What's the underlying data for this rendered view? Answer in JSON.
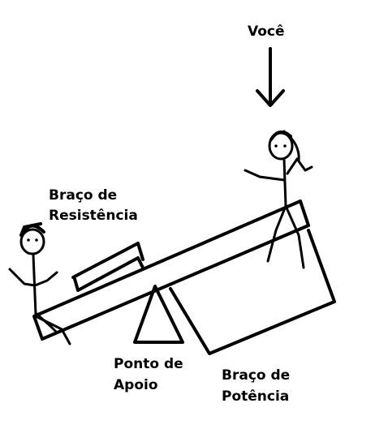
{
  "labels": {
    "you": "Você",
    "resistance_arm_line1": "Braço de",
    "resistance_arm_line2": "Resistência",
    "fulcrum_line1": "Ponto de",
    "fulcrum_line2": "Apoio",
    "effort_arm_line1": "Braço de",
    "effort_arm_line2": "Potência"
  },
  "colors": {
    "ink": "#000000",
    "background": "#ffffff"
  }
}
